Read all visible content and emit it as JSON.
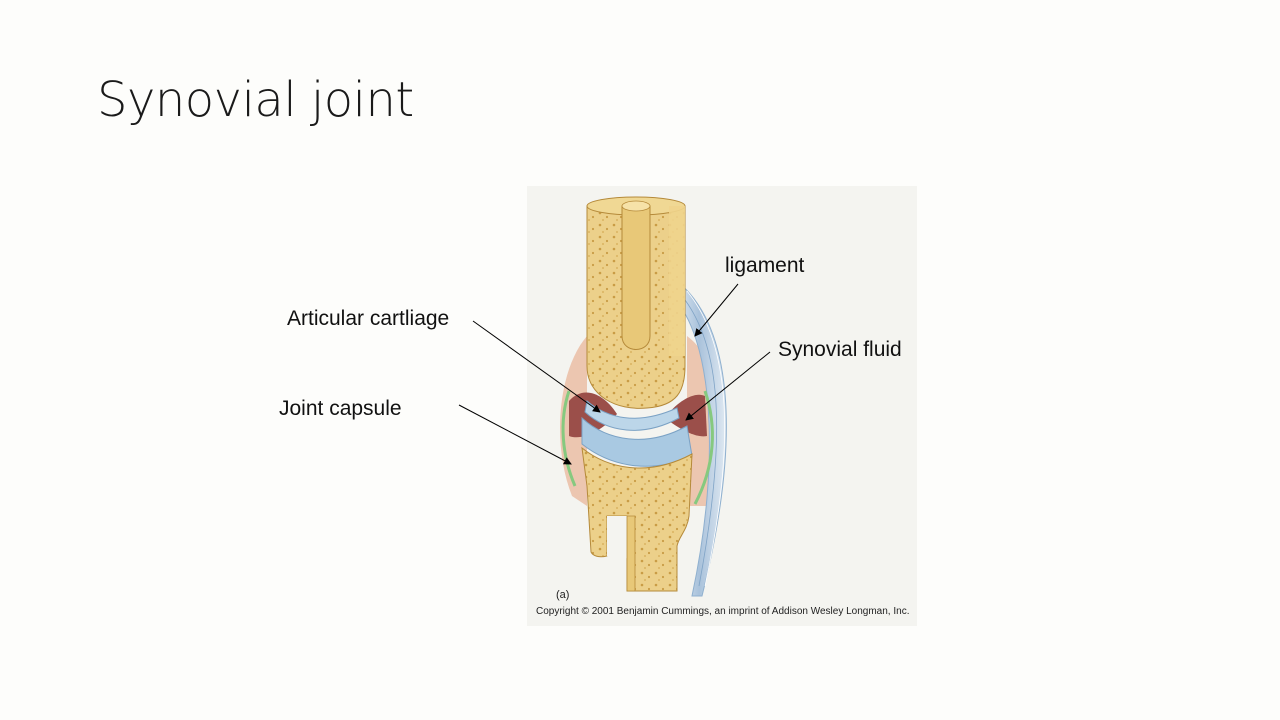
{
  "slide": {
    "title": "Synovial joint"
  },
  "figure": {
    "panel_label": "(a)",
    "copyright": "Copyright © 2001 Benjamin Cummings, an imprint of Addison Wesley Longman, Inc."
  },
  "labels": {
    "ligament": "ligament",
    "articular_cartilage": "Articular cartliage",
    "synovial_fluid": "Synovial fluid",
    "joint_capsule": "Joint capsule"
  },
  "colors": {
    "bone": "#ebcf86",
    "bone_spongy": "#d9b45c",
    "cartilage": "#b9d3e6",
    "synovial_fluid": "#9b4f4a",
    "capsule": "#e8c3ad",
    "membrane": "#8fd08a",
    "ligament": "#aac4dc"
  }
}
